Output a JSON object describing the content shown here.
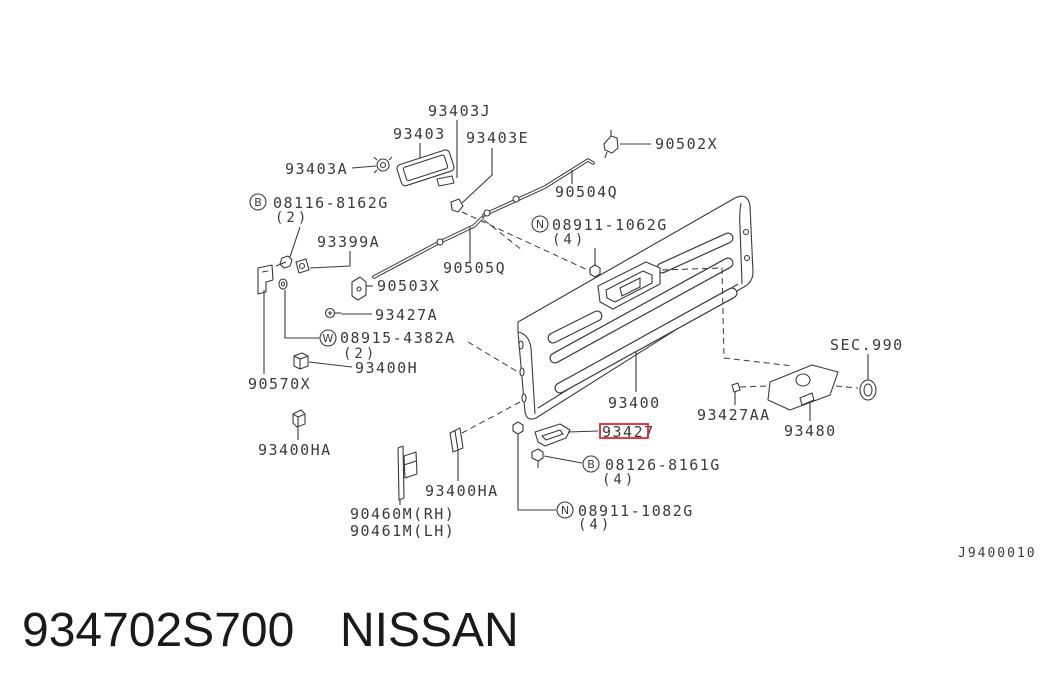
{
  "diagram": {
    "callouts": {
      "p93403J": "93403J",
      "p93403": "93403",
      "p93403E": "93403E",
      "p90502X": "90502X",
      "p93403A": "93403A",
      "bolt_08116_symbol": "B",
      "bolt_08116": "08116-8162G",
      "bolt_08116_qty": "(2)",
      "p90504Q": "90504Q",
      "nut_08911_1062_symbol": "N",
      "nut_08911_1062": "08911-1062G",
      "nut_08911_1062_qty": "(4)",
      "p93399A": "93399A",
      "p90505Q": "90505Q",
      "p90503X": "90503X",
      "p93427A": "93427A",
      "washer_08915_symbol": "W",
      "washer_08915": "08915-4382A",
      "washer_08915_qty": "(2)",
      "p93400H": "93400H",
      "p90570X": "90570X",
      "sec990": "SEC.990",
      "p93400": "93400",
      "p93427AA": "93427AA",
      "p93480": "93480",
      "p93427_highlighted": "93427",
      "bolt_08126_symbol": "B",
      "bolt_08126": "08126-8161G",
      "bolt_08126_qty": "(4)",
      "p93400HA_left": "93400HA",
      "p93400HA": "93400HA",
      "nut_08911_1082_symbol": "N",
      "nut_08911_1082": "08911-1082G",
      "nut_08911_1082_qty": "(4)",
      "p90460M": "90460M(RH)",
      "p90461M": "90461M(LH)"
    },
    "code": "J9400010"
  },
  "caption": {
    "part_number": "934702S700",
    "brand": "NISSAN"
  },
  "colors": {
    "line": "#3a3a3a",
    "highlight": "#e8262b",
    "background": "#ffffff"
  }
}
